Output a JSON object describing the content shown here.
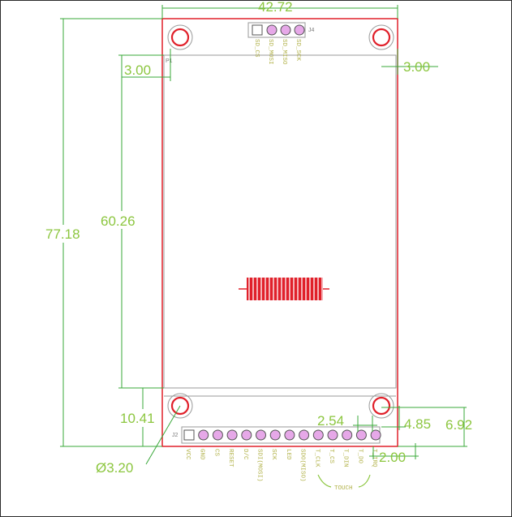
{
  "dimensions": {
    "width": "42.72",
    "hole_offset_left": "3.00",
    "hole_offset_right": "3.00",
    "total_height": "77.18",
    "display_height": "60.26",
    "bottom_offset": "10.41",
    "hole_diameter": "Ø3.20",
    "pin_pitch": "2.54",
    "hole_to_header": "4.85",
    "header_height": "6.92",
    "header_edge": "2.00"
  },
  "designators": {
    "p1": "P1",
    "j4": "J4",
    "j2": "J2"
  },
  "j4_pins": [
    "SD_CS",
    "SD_MOSI",
    "SD_MISO",
    "SD_SCK"
  ],
  "j2_pins": [
    "VCC",
    "GND",
    "CS",
    "RESET",
    "D/C",
    "SDI(MOSI)",
    "SCK",
    "LED",
    "SDO(MISO)",
    "T_CLK",
    "T_CS",
    "T_DIN",
    "T_DO",
    "T_IRQ"
  ],
  "touch_group_label": "TOUCH",
  "colors": {
    "board_outline": "#e0202a",
    "dimension_lines": "#3aa83a",
    "dimension_text": "#8cc63f",
    "pad": "#e6a8e8",
    "pin_label": "#b2b24a"
  }
}
